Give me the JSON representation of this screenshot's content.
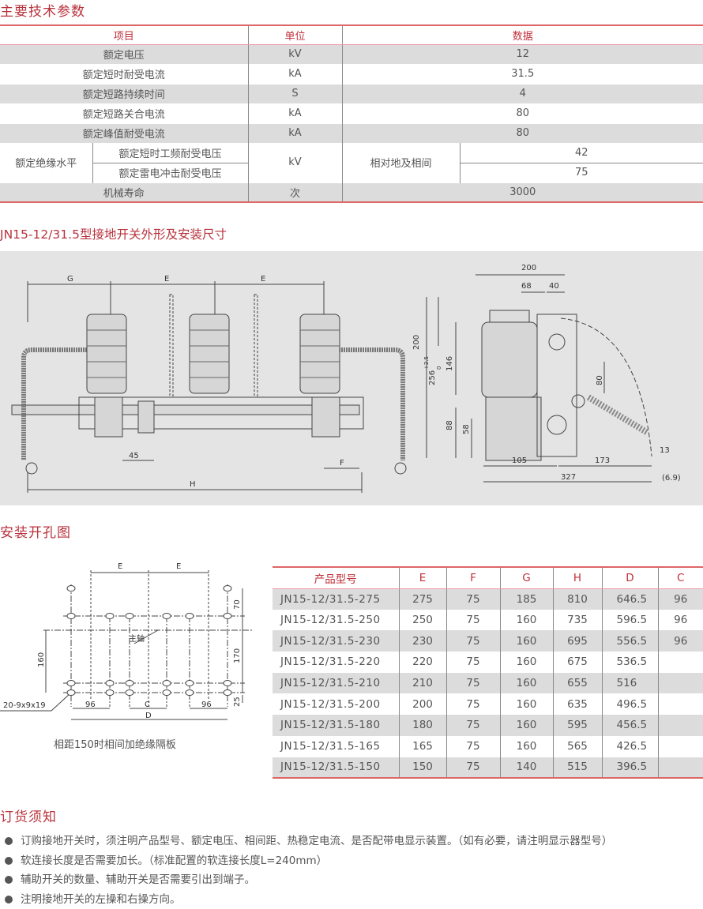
{
  "section1": {
    "title": "主要技术参数",
    "headers": [
      "项目",
      "单位",
      "数据"
    ],
    "rows": [
      {
        "item": "额定电压",
        "unit": "kV",
        "value": "12"
      },
      {
        "item": "额定短时耐受电流",
        "unit": "kA",
        "value": "31.5"
      },
      {
        "item": "额定短路持续时间",
        "unit": "S",
        "value": "4"
      },
      {
        "item": "额定短路关合电流",
        "unit": "kA",
        "value": "80"
      },
      {
        "item": "额定峰值耐受电流",
        "unit": "kA",
        "value": "80"
      }
    ],
    "insulation": {
      "label": "额定绝缘水平",
      "sub1": "额定短时工频耐受电压",
      "sub2": "额定雷电冲击耐受电压",
      "unit": "kV",
      "condition": "相对地及相间",
      "value1": "42",
      "value2": "75"
    },
    "last": {
      "item": "机械寿命",
      "unit": "次",
      "value": "3000"
    }
  },
  "section2": {
    "title": "JN15-12/31.5型接地开关外形及安装尺寸",
    "front": {
      "G": "G",
      "E1": "E",
      "E2": "E",
      "d45": "45",
      "F": "F",
      "H": "H"
    },
    "side": {
      "d200t": "200",
      "d68": "68",
      "d40": "40",
      "d200": "200",
      "d256": "256",
      "tol": "+2.5",
      "tol0": "0",
      "d146": "146",
      "d80": "80",
      "d88": "88",
      "d58": "58",
      "d105": "105",
      "d173": "173",
      "d327": "327",
      "d13": "13",
      "d69": "(6.9)"
    }
  },
  "section3": {
    "title": "安装开孔图",
    "holes": {
      "E1": "E",
      "E2": "E",
      "d70": "70",
      "d170": "170",
      "d160": "160",
      "d25": "25",
      "axis": "主轴",
      "holes_spec": "20-9x9x19",
      "d96a": "96",
      "C": "C",
      "d96b": "96",
      "D": "D",
      "caption": "相距150时相间加绝缘隔板"
    },
    "table": {
      "headers": [
        "产品型号",
        "E",
        "F",
        "G",
        "H",
        "D",
        "C"
      ],
      "rows": [
        [
          "JN15-12/31.5-275",
          "275",
          "75",
          "185",
          "810",
          "646.5",
          "96"
        ],
        [
          "JN15-12/31.5-250",
          "250",
          "75",
          "160",
          "735",
          "596.5",
          "96"
        ],
        [
          "JN15-12/31.5-230",
          "230",
          "75",
          "160",
          "695",
          "556.5",
          "96"
        ],
        [
          "JN15-12/31.5-220",
          "220",
          "75",
          "160",
          "675",
          "536.5",
          ""
        ],
        [
          "JN15-12/31.5-210",
          "210",
          "75",
          "160",
          "655",
          "516",
          ""
        ],
        [
          "JN15-12/31.5-200",
          "200",
          "75",
          "160",
          "635",
          "496.5",
          ""
        ],
        [
          "JN15-12/31.5-180",
          "180",
          "75",
          "160",
          "595",
          "456.5",
          ""
        ],
        [
          "JN15-12/31.5-165",
          "165",
          "75",
          "160",
          "565",
          "426.5",
          ""
        ],
        [
          "JN15-12/31.5-150",
          "150",
          "75",
          "140",
          "515",
          "396.5",
          ""
        ]
      ]
    }
  },
  "section4": {
    "title": "订货须知",
    "items": [
      "订购接地开关时，须注明产品型号、额定电压、相间距、热稳定电流、是否配带电显示装置。（如有必要，请注明显示器型号）",
      "软连接长度是否需要加长。（标准配置的软连接长度L=240mm）",
      "辅助开关的数量、辅助开关是否需要引出到端子。",
      "注明接地开关的左操和右操方向。"
    ]
  }
}
